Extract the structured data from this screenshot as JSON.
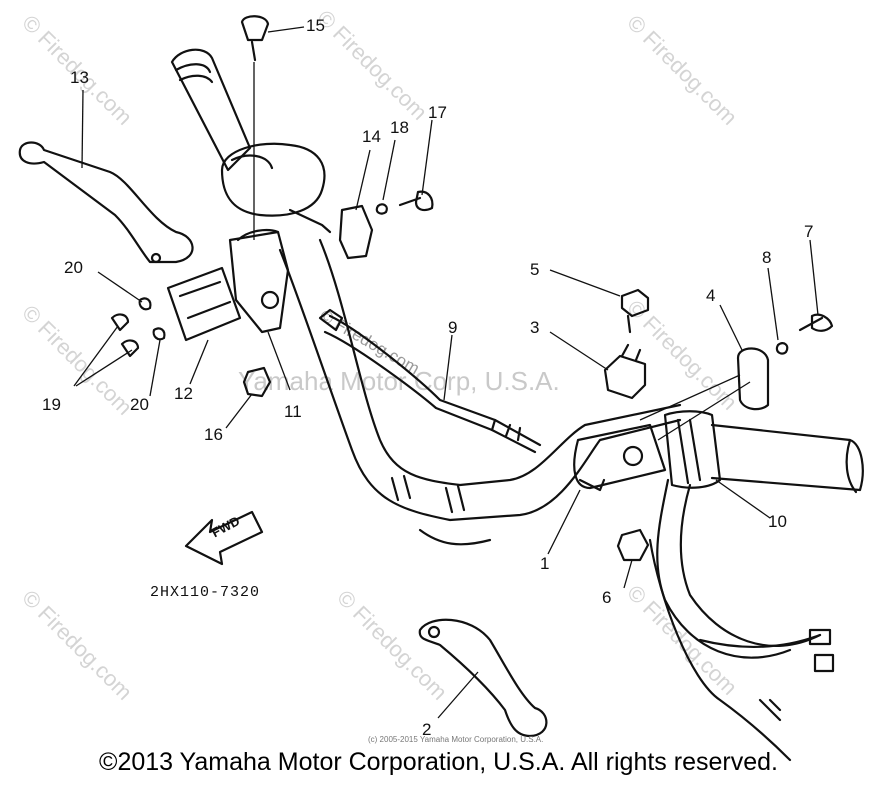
{
  "watermarks": {
    "tile_text": "© Firedog.com",
    "center_text": "Yamaha Motor Corp, U.S.A.",
    "dog_text": "© Firedog.com",
    "small_text": "(c) 2005-2015 Yamaha Motor Corporation, U.S.A."
  },
  "diagram": {
    "part_number": "2HX110-7320",
    "fwd_label": "FWD",
    "callouts": [
      "1",
      "2",
      "3",
      "4",
      "5",
      "6",
      "7",
      "8",
      "9",
      "10",
      "11",
      "12",
      "13",
      "14",
      "15",
      "16",
      "17",
      "18",
      "19",
      "20",
      "20"
    ]
  },
  "footer": {
    "copyright": "©2013 Yamaha Motor Corporation, U.S.A. All rights reserved."
  }
}
